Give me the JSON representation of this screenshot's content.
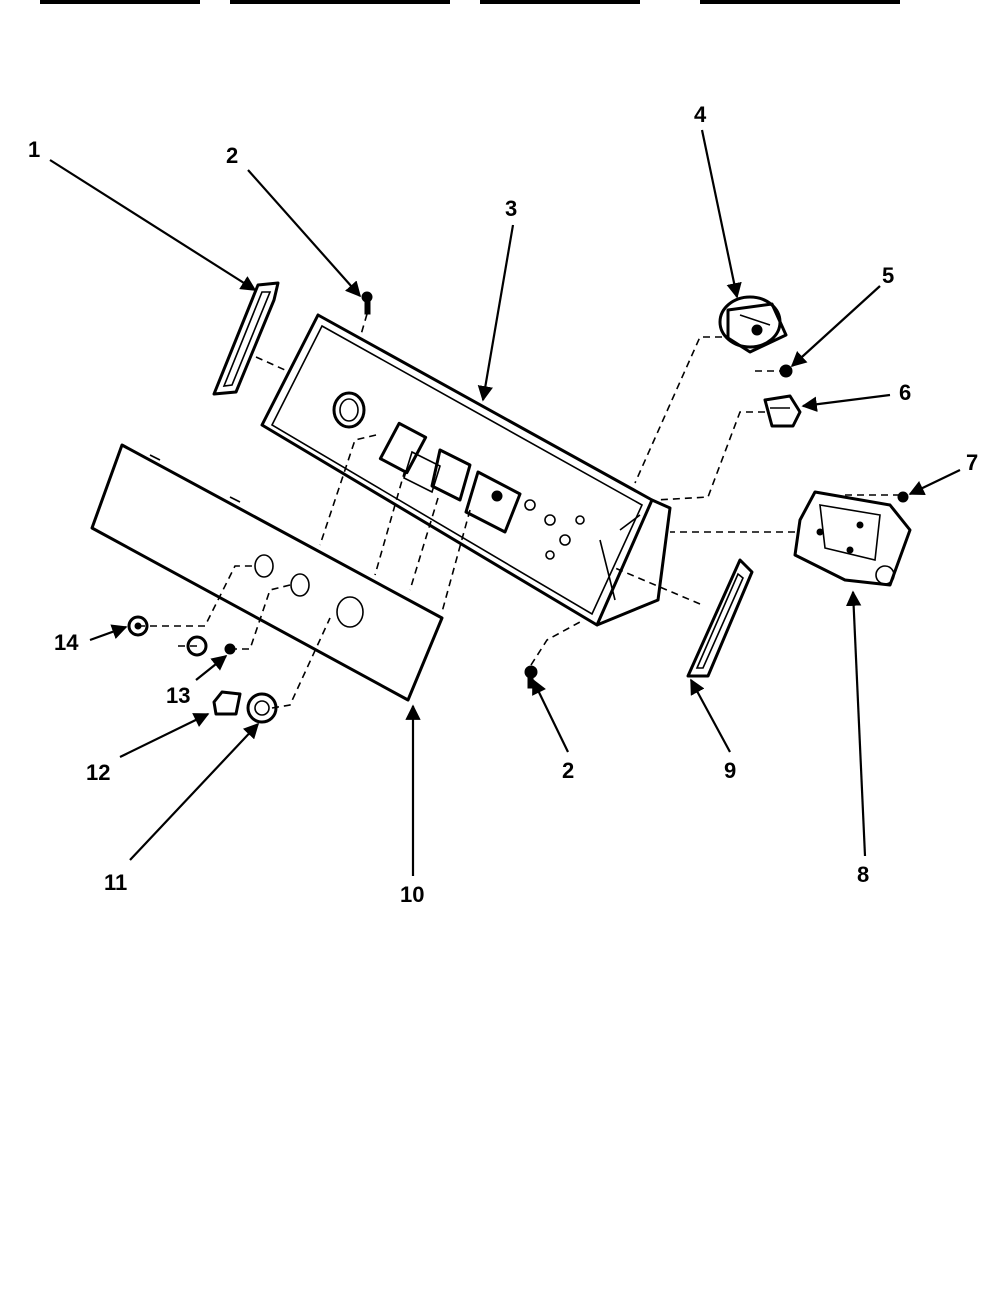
{
  "diagram": {
    "callouts": [
      {
        "id": "callout-1",
        "label": "1"
      },
      {
        "id": "callout-2-top",
        "label": "2"
      },
      {
        "id": "callout-3",
        "label": "3"
      },
      {
        "id": "callout-4",
        "label": "4"
      },
      {
        "id": "callout-5",
        "label": "5"
      },
      {
        "id": "callout-6",
        "label": "6"
      },
      {
        "id": "callout-7",
        "label": "7"
      },
      {
        "id": "callout-2-bottom",
        "label": "2"
      },
      {
        "id": "callout-9",
        "label": "9"
      },
      {
        "id": "callout-8",
        "label": "8"
      },
      {
        "id": "callout-10",
        "label": "10"
      },
      {
        "id": "callout-11",
        "label": "11"
      },
      {
        "id": "callout-12",
        "label": "12"
      },
      {
        "id": "callout-13",
        "label": "13"
      },
      {
        "id": "callout-14",
        "label": "14"
      }
    ]
  }
}
